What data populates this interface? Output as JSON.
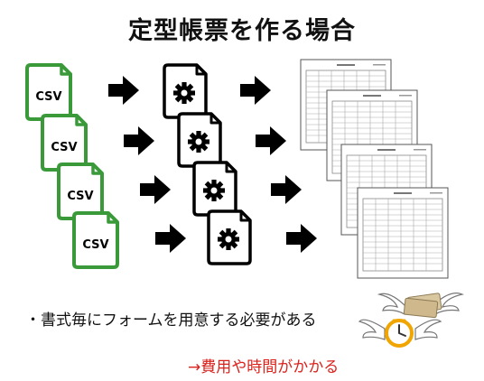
{
  "title": "定型帳票を作る場合",
  "csv_label": "CSV",
  "note": "・書式毎にフォームを用意する必要がある",
  "cost_label": "→費用や時間がかかる",
  "colors": {
    "csv_green": "#3a9a3a",
    "arrow": "#000000",
    "cost_red": "#d8231d"
  },
  "icons": [
    "csv-file-icon",
    "settings-file-icon",
    "arrow-right-icon",
    "report-document-icon",
    "flying-money-clock-icon"
  ]
}
